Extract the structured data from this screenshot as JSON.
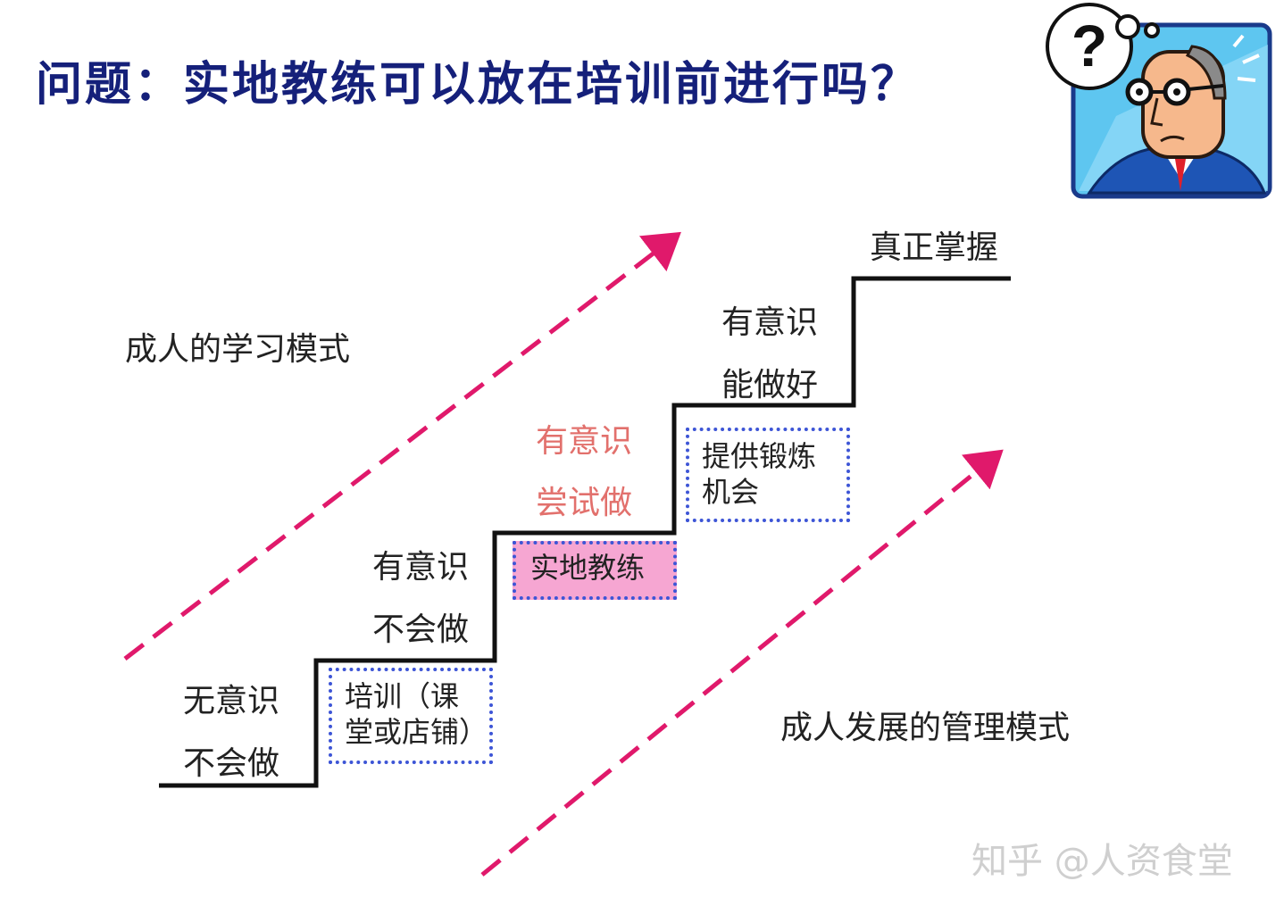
{
  "title": "问题：实地教练可以放在培训前进行吗？",
  "labels": {
    "adult_learning_mode": "成人的学习模式",
    "adult_dev_mgmt_mode": "成人发展的管理模式",
    "step1_line1": "无意识",
    "step1_line2": "不会做",
    "step2_line1": "有意识",
    "step2_line2": "不会做",
    "step3_line1": "有意识",
    "step3_line2": "尝试做",
    "step4_line1": "有意识",
    "step4_line2": "能做好",
    "top_label": "真正掌握"
  },
  "boxes": {
    "training": "培训（课堂或店铺）",
    "field_coaching": "实地教练",
    "practice": "提供锻炼机会"
  },
  "watermark": "知乎 @人资食堂",
  "icons": {
    "question": "?",
    "thinker": "confused-man-icon"
  },
  "colors": {
    "title": "#15207a",
    "arrow": "#e0196b",
    "box_border": "#3d55d6",
    "highlight": "#f6a6d2",
    "emphasis_text": "#e2706c"
  }
}
